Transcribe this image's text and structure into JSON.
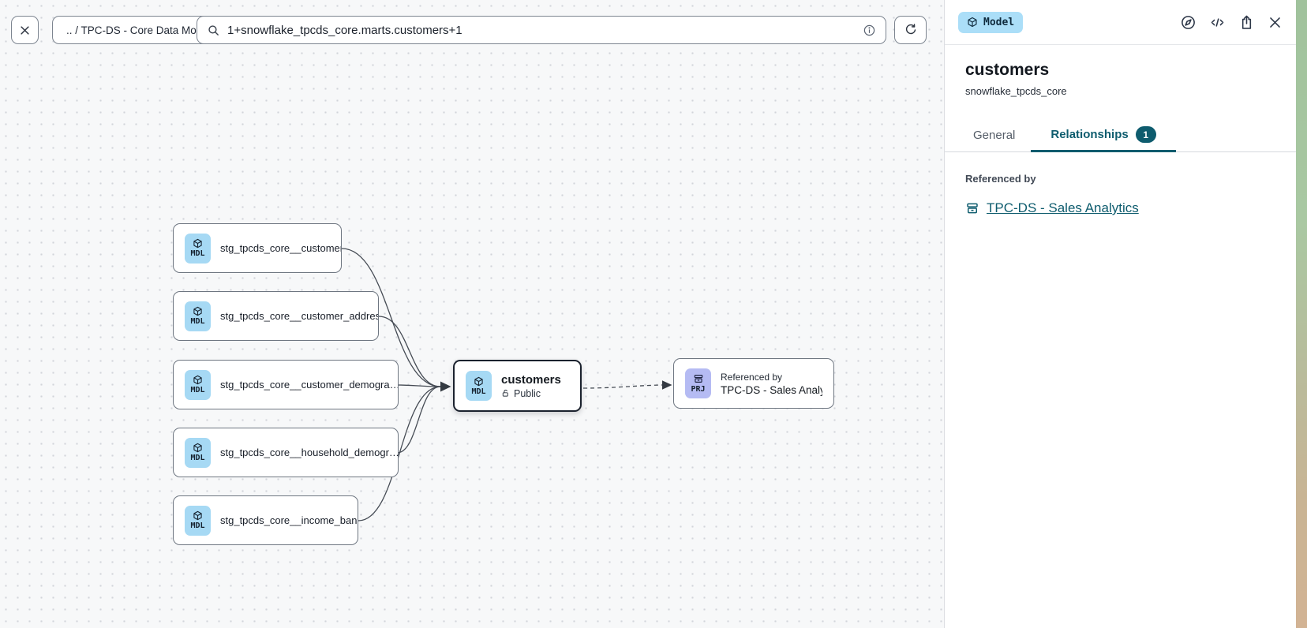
{
  "toolbar": {
    "breadcrumb": ".. / TPC-DS - Core Data Models",
    "search": {
      "value": "1+snowflake_tpcds_core.marts.customers+1"
    },
    "icons": [
      "close-icon",
      "search-icon",
      "info-icon",
      "refresh-icon"
    ]
  },
  "canvas": {
    "badge_model": "MDL",
    "badge_project": "PRJ",
    "upstream": [
      {
        "label": "stg_tpcds_core__customer"
      },
      {
        "label": "stg_tpcds_core__customer_address"
      },
      {
        "label": "stg_tpcds_core__customer_demogra…"
      },
      {
        "label": "stg_tpcds_core__household_demogr…"
      },
      {
        "label": "stg_tpcds_core__income_band"
      }
    ],
    "center": {
      "label": "customers",
      "access": "Public"
    },
    "downstream": {
      "title": "Referenced by",
      "label": "TPC-DS - Sales Analytics"
    }
  },
  "panel": {
    "type_badge": "Model",
    "title": "customers",
    "subtitle": "snowflake_tpcds_core",
    "tabs": [
      {
        "label": "General"
      },
      {
        "label": "Relationships",
        "badge": "1"
      }
    ],
    "referenced_by": {
      "heading": "Referenced by",
      "link": "TPC-DS - Sales Analytics"
    },
    "icons": [
      "compass-icon",
      "code-icon",
      "share-icon",
      "close-icon",
      "project-icon"
    ]
  },
  "colors": {
    "accent_teal": "#0e5c6e",
    "model_badge_bg": "#a6d9f4",
    "project_badge_bg": "#b5bbf3"
  }
}
